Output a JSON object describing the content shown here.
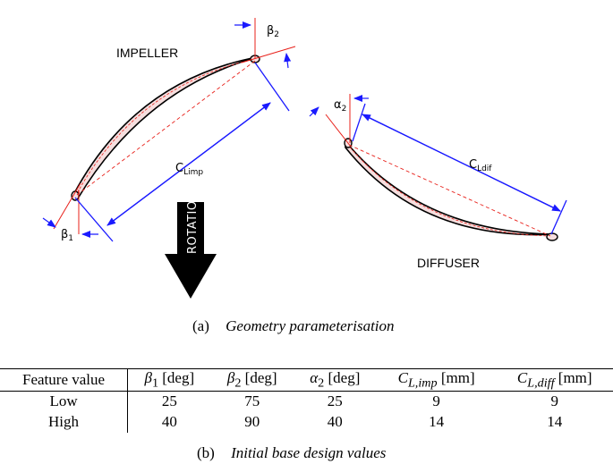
{
  "figure": {
    "impeller_label": "IMPELLER",
    "diffuser_label": "DIFFUSER",
    "rotation_label": "ROTATION",
    "beta1_label": "β",
    "beta1_sub": "1",
    "beta2_label": "β",
    "beta2_sub": "2",
    "alpha2_label": "α",
    "alpha2_sub": "2",
    "c_imp_label": "C",
    "c_imp_sub": "Limp",
    "c_dif_label": "C",
    "c_dif_sub": "Ldif",
    "colors": {
      "blue": "#1a1aff",
      "red": "#e8201a",
      "blade": "#000000"
    }
  },
  "caption_a": {
    "tag": "(a)",
    "text": "Geometry parameterisation"
  },
  "table": {
    "headers": [
      {
        "main": "Feature value",
        "sub": "",
        "unit": ""
      },
      {
        "main": "β",
        "sub": "1",
        "unit": " [deg]"
      },
      {
        "main": "β",
        "sub": "2",
        "unit": " [deg]"
      },
      {
        "main": "α",
        "sub": "2",
        "unit": " [deg]"
      },
      {
        "main": "C",
        "sub": "L,imp",
        "unit": " [mm]"
      },
      {
        "main": "C",
        "sub": "L,diff",
        "unit": " [mm]"
      }
    ],
    "rows": [
      [
        "Low",
        "25",
        "75",
        "25",
        "9",
        "9"
      ],
      [
        "High",
        "40",
        "90",
        "40",
        "14",
        "14"
      ]
    ]
  },
  "caption_b": {
    "tag": "(b)",
    "text": "Initial base design values"
  }
}
